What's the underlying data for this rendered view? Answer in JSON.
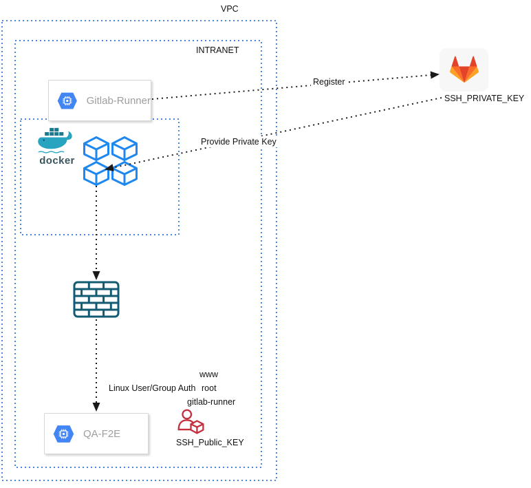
{
  "containers": {
    "vpc": {
      "label": "VPC"
    },
    "intranet": {
      "label": "INTRANET"
    }
  },
  "nodes": {
    "gitlab_runner": {
      "label": "Gitlab-Runner"
    },
    "qa_f2e": {
      "label": "QA-F2E"
    },
    "docker": {
      "wordmark": "docker"
    },
    "gitlab_server": {
      "key_caption": "SSH_PRIVATE_KEY"
    },
    "public_key": {
      "caption": "SSH_Public_KEY"
    }
  },
  "edges": {
    "register": {
      "label": "Register"
    },
    "provide_private_key": {
      "label": "Provide Private Key"
    }
  },
  "annotations": {
    "auth": "Linux User/Group Auth",
    "accounts": [
      "www",
      "root",
      "gitlab-runner"
    ]
  },
  "colors": {
    "boundary_blue": "#4a86e0",
    "cube_blue": "#1e87f0",
    "hexagon_blue": "#4285f4",
    "firewall_teal": "#135a73",
    "docker_teal": "#28a3c0",
    "gitlab_red": "#e24329",
    "gitlab_orange": "#fc6d26",
    "gitlab_yellow": "#fca326",
    "user_icon_red": "#c5303e",
    "arrow_black": "#1a1a1a",
    "node_label_gray": "#9e9e9e"
  }
}
